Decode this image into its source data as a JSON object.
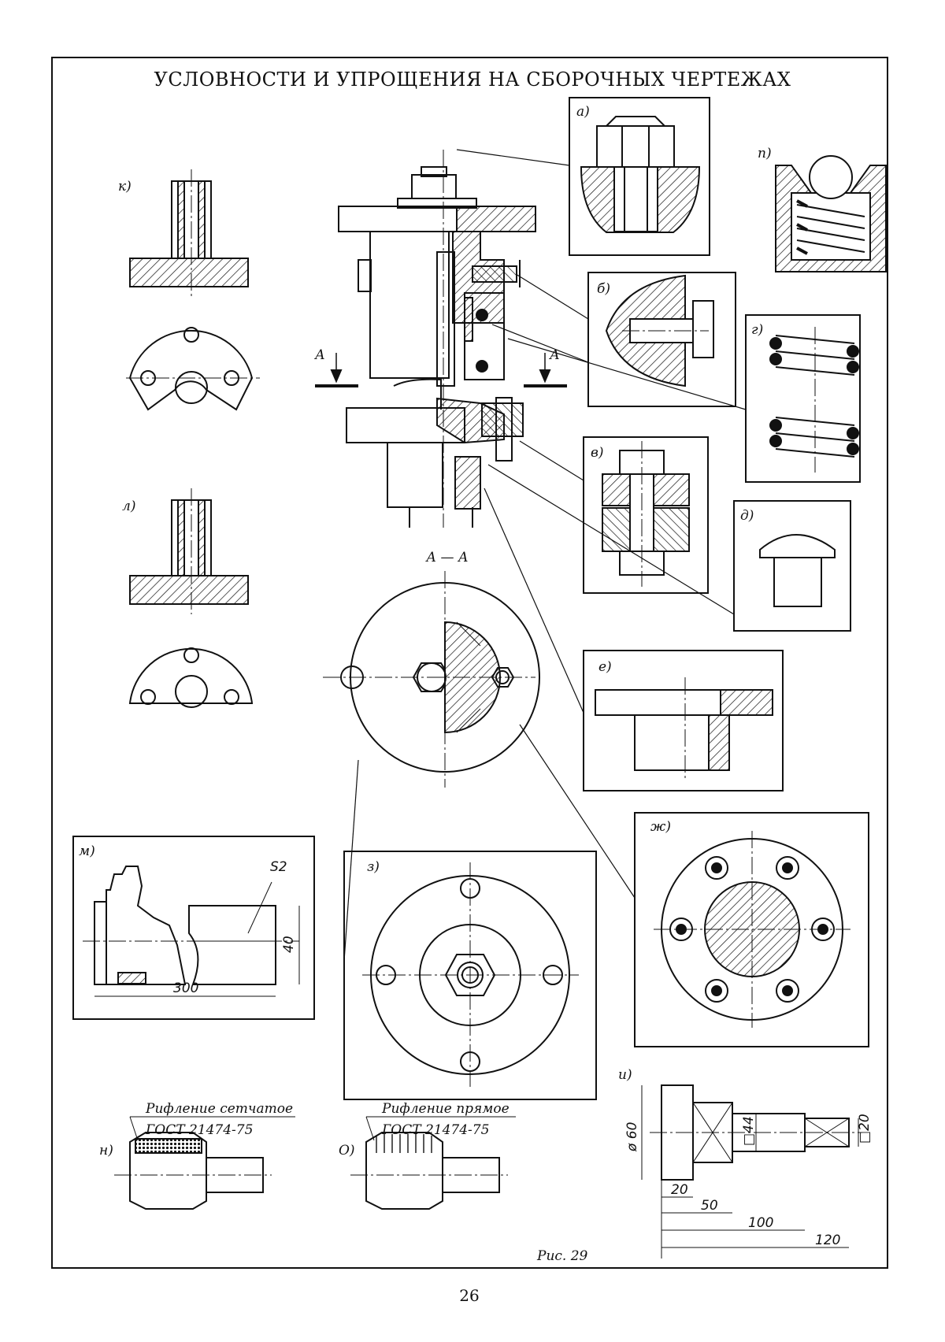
{
  "title": "УСЛОВНОСТИ И УПРОЩЕНИЯ НА СБОРОЧНЫХ ЧЕРТЕЖАХ",
  "figure_caption": "Рис. 29",
  "page_number": "26",
  "section_label": "А — А",
  "cut_marks": {
    "left": "А",
    "right": "А"
  },
  "view_labels": {
    "a": "а)",
    "b": "б)",
    "v": "в)",
    "g": "г)",
    "d": "д)",
    "e": "е)",
    "zh": "ж)",
    "z": "з)",
    "i": "и)",
    "k": "к)",
    "l": "л)",
    "m": "м)",
    "n": "н)",
    "o": "О)",
    "p": "п)"
  },
  "view_m": {
    "thickness": "S2",
    "height": "40",
    "length": "300"
  },
  "view_i": {
    "diameter": "ø 60",
    "square_1": "□44",
    "square_2": "□20",
    "dims": [
      "20",
      "50",
      "100",
      "120"
    ]
  },
  "view_n": {
    "note_1": "Рифление сетчатое",
    "note_2": "ГОСТ 21474-75"
  },
  "view_o": {
    "note_1": "Рифление прямое",
    "note_2": "ГОСТ 21474-75"
  }
}
